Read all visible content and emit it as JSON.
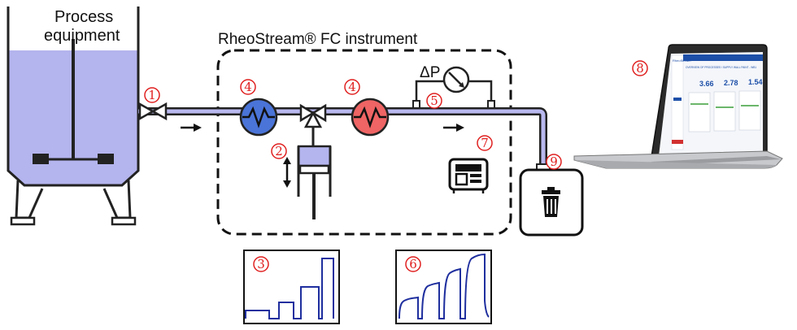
{
  "labels": {
    "process_equipment_line1": "Process",
    "process_equipment_line2": "equipment",
    "instrument": "RheoStream® FC instrument",
    "delta_p": "ΔP"
  },
  "markers": [
    "1",
    "2",
    "3",
    "4",
    "5",
    "6",
    "7",
    "8",
    "9"
  ],
  "laptop_screen": {
    "brand": "RheoStream",
    "title": "OVERVIEW OF PROCESSES / SUPPLY WALL PAINT - WB1",
    "values": [
      "3.66",
      "2.78",
      "1.54"
    ]
  },
  "colors": {
    "tank_fill": "#b4b4ee",
    "pipe_fill": "#b9b8ef",
    "heat_exchanger_cold": "#4a74d8",
    "heat_exchanger_hot": "#ef6464",
    "marker_red": "#e02020",
    "signal_line": "#1f2f9e"
  },
  "icons": [
    "valve-icon",
    "heat-exchanger-icon",
    "three-way-valve-icon",
    "piston-pump-icon",
    "pressure-gauge-icon",
    "controller-board-icon",
    "trash-icon",
    "laptop-icon",
    "flow-arrow-icon"
  ]
}
